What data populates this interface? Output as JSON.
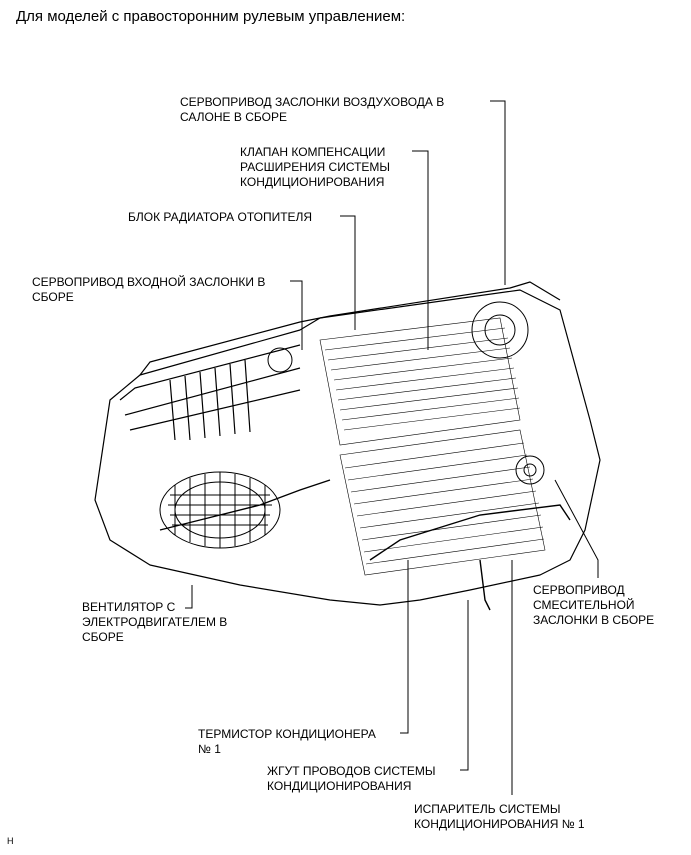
{
  "heading": "Для моделей с правосторонним рулевым управлением:",
  "labels": {
    "recirc_damper_servo": [
      "СЕРВОПРИВОД ЗАСЛОНКИ ВОЗДУХОВОДА В",
      "САЛОНЕ В СБОРЕ"
    ],
    "expansion_valve": [
      "КЛАПАН КОМПЕНСАЦИИ",
      "РАСШИРЕНИЯ СИСТЕМЫ",
      "КОНДИЦИОНИРОВАНИЯ"
    ],
    "heater_core": [
      "БЛОК РАДИАТОРА ОТОПИТЕЛЯ"
    ],
    "inlet_damper_servo": [
      "СЕРВОПРИВОД ВХОДНОЙ ЗАСЛОНКИ В",
      "СБОРЕ"
    ],
    "blower_motor": [
      "ВЕНТИЛЯТОР С",
      "ЭЛЕКТРОДВИГАТЕЛЕМ В",
      "СБОРЕ"
    ],
    "mix_damper_servo": [
      "СЕРВОПРИВОД",
      "СМЕСИТЕЛЬНОЙ",
      "ЗАСЛОНКИ В СБОРЕ"
    ],
    "thermistor": [
      "ТЕРМИСТОР КОНДИЦИОНЕРА",
      "№ 1"
    ],
    "wire_harness": [
      "ЖГУТ ПРОВОДОВ СИСТЕМЫ",
      "КОНДИЦИОНИРОВАНИЯ"
    ],
    "evaporator": [
      "ИСПАРИТЕЛЬ СИСТЕМЫ",
      "КОНДИЦИОНИРОВАНИЯ № 1"
    ]
  },
  "footer": "H"
}
